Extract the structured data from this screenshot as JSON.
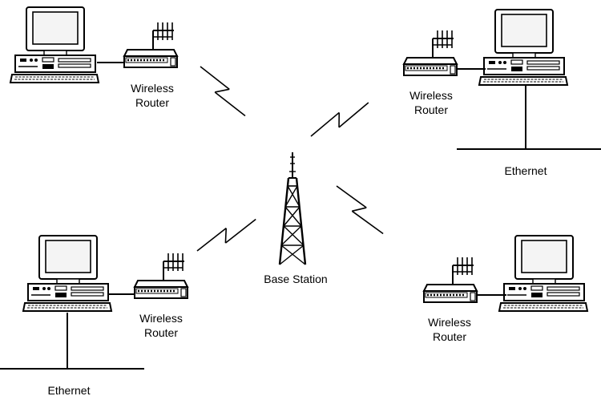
{
  "colors": {
    "ink": "#000000",
    "background": "#ffffff",
    "screen": "#f4f4f4",
    "panel": "#d9d9d9"
  },
  "base_station": {
    "label": "Base Station",
    "icon": "transmission-tower-icon"
  },
  "nodes": [
    {
      "id": "top-left",
      "router_label": [
        "Wireless",
        "Router"
      ],
      "ethernet_label": null
    },
    {
      "id": "top-right",
      "router_label": [
        "Wireless",
        "Router"
      ],
      "ethernet_label": "Ethernet"
    },
    {
      "id": "bottom-left",
      "router_label": [
        "Wireless",
        "Router"
      ],
      "ethernet_label": "Ethernet"
    },
    {
      "id": "bottom-right",
      "router_label": [
        "Wireless",
        "Router"
      ],
      "ethernet_label": null
    }
  ],
  "icons": {
    "computer": "desktop-computer-icon",
    "router": "wireless-router-icon",
    "link": "wireless-link-icon"
  }
}
